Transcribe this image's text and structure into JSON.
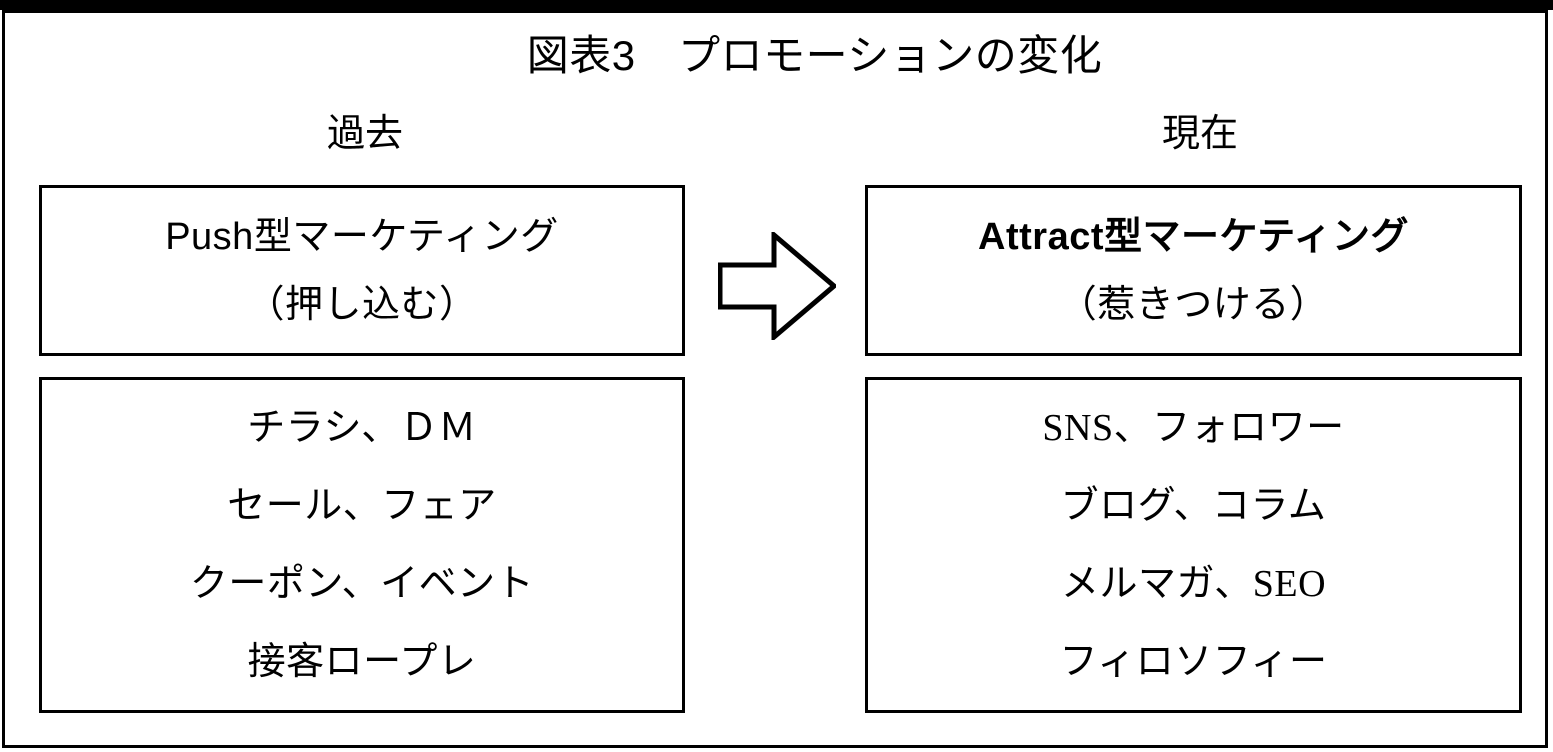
{
  "figure": {
    "title": "図表3　プロモーションの変化",
    "columns": {
      "past_label": "過去",
      "present_label": "現在"
    },
    "arrow": {
      "icon": "block-arrow-right-icon",
      "direction": "right",
      "fill": "#ffffff",
      "stroke": "#000000"
    },
    "colors": {
      "background": "#ffffff",
      "line": "#000000",
      "text": "#000000"
    },
    "boxes": {
      "past_headline": {
        "lines": [
          "Push型マーケティング",
          "（押し込む）"
        ]
      },
      "present_headline": {
        "lines": [
          "Attract型マーケティング",
          "（惹きつける）"
        ]
      },
      "past_items": {
        "lines": [
          "チラシ、ＤＭ",
          "セール、フェア",
          "クーポン、イベント",
          "接客ロープレ"
        ]
      },
      "present_items": {
        "lines": [
          "SNS、フォロワー",
          "ブログ、コラム",
          "メルマガ、SEO",
          "フィロソフィー"
        ]
      }
    }
  }
}
